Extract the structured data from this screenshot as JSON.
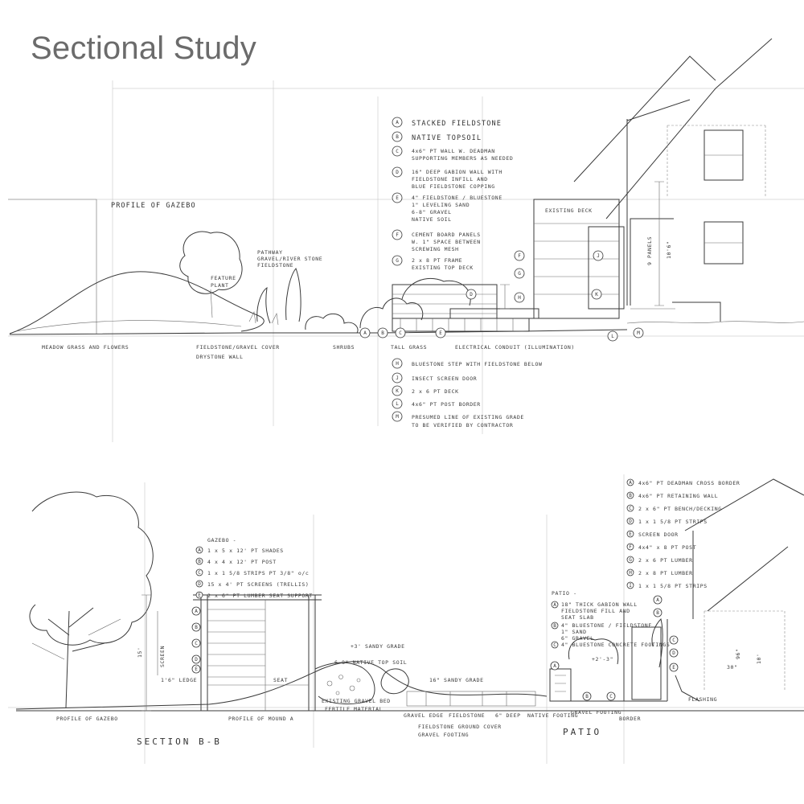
{
  "title": "Sectional Study",
  "section_a": {
    "profile_label": "PROFILE OF GAZEBO",
    "legend": [
      {
        "key": "A",
        "text": [
          "STACKED FIELDSTONE"
        ]
      },
      {
        "key": "B",
        "text": [
          "NATIVE TOPSOIL"
        ]
      },
      {
        "key": "C",
        "text": [
          "4x6\" PT WALL W. DEADMAN",
          "SUPPORTING MEMBERS AS NEEDED"
        ]
      },
      {
        "key": "D",
        "text": [
          "16\" DEEP GABION WALL WITH",
          "FIELDSTONE INFILL AND",
          "BLUE FIELDSTONE COPPING"
        ]
      },
      {
        "key": "E",
        "text": [
          "4\" FIELDSTONE / BLUESTONE",
          "1\" LEVELING SAND",
          "6-8\" GRAVEL",
          "NATIVE SOIL"
        ]
      },
      {
        "key": "F",
        "text": [
          "CEMENT BOARD PANELS",
          "W. 1\" SPACE BETWEEN",
          "SCREWING MESH"
        ]
      },
      {
        "key": "G",
        "text": [
          "2 x 8 PT FRAME",
          "EXISTING TOP DECK"
        ]
      }
    ],
    "legend_lower": [
      {
        "key": "H",
        "text": [
          "BLUESTONE STEP WITH FIELDSTONE BELOW"
        ]
      },
      {
        "key": "J",
        "text": [
          "INSECT SCREEN DOOR"
        ]
      },
      {
        "key": "K",
        "text": [
          "2 x 6 PT DECK"
        ]
      },
      {
        "key": "L",
        "text": [
          "4x6\" PT POST BORDER"
        ]
      },
      {
        "key": "M",
        "text": [
          "PRESUMED LINE OF EXISTING GRADE",
          "TO BE VERIFIED BY CONTRACTOR"
        ]
      }
    ],
    "existing_deck": "EXISTING DECK",
    "panels_label": "9 PANELS",
    "height_label": "10'6\"",
    "pathway_label": [
      "PATHWAY",
      "GRAVEL/RIVER STONE",
      "FIELDSTONE"
    ],
    "feature_plant": [
      "FEATURE",
      "PLANT"
    ],
    "ground_labels": {
      "meadow": "MEADOW GRASS AND FLOWERS",
      "fieldstone_gravel": "FIELDSTONE/GRAVEL COVER",
      "drystone": "DRYSTONE WALL",
      "shrubs": "SHRUBS",
      "tall_grass": "TALL GRASS",
      "conduit": "ELECTRICAL CONDUIT (ILLUMINATION)"
    }
  },
  "section_b": {
    "section_label": "SECTION B-B",
    "gazebo_title": "GAZEBO -",
    "gazebo_legend": [
      {
        "key": "A",
        "text": "1 x 5 x 12' PT SHADES"
      },
      {
        "key": "B",
        "text": "4 x 4 x 12' PT POST"
      },
      {
        "key": "C",
        "text": "1 x 1 5/8 STRIPS PT 3/8\" o/c"
      },
      {
        "key": "D",
        "text": "15 x 4' PT SCREENS (TRELLIS)"
      },
      {
        "key": "E",
        "text": "2 x 6\" PT LUMBER SEAT SUPPORT"
      }
    ],
    "deck_legend": [
      {
        "key": "A",
        "text": "4x6\" PT DEADMAN CROSS BORDER"
      },
      {
        "key": "B",
        "text": "4x6\" PT RETAINING WALL"
      },
      {
        "key": "C",
        "text": "2 x 6\" PT BENCH/DECKING"
      },
      {
        "key": "D",
        "text": "1 x 1 5/8 PT STRIPS"
      },
      {
        "key": "E",
        "text": "SCREEN DOOR"
      },
      {
        "key": "F",
        "text": "4x4\" x 8 PT POST"
      },
      {
        "key": "G",
        "text": "2 x 6 PT LUMBER"
      },
      {
        "key": "H",
        "text": "2 x 8 PT LUMBER"
      },
      {
        "key": "I",
        "text": "1 x 1 5/8 PT STRIPS"
      }
    ],
    "patio_title": "PATIO -",
    "patio_legend": [
      {
        "key": "A",
        "text": [
          "18\" THICK GABION WALL",
          "FIELDSTONE FILL AND",
          "SEAT SLAB"
        ]
      },
      {
        "key": "B",
        "text": [
          "4\" BLUESTONE / FIELDSTONE",
          "1\" SAND",
          "6\" GRAVEL"
        ]
      },
      {
        "key": "C",
        "text": [
          "4\" BLUESTONE CONCRETE FOOTINGS"
        ]
      }
    ],
    "labels": {
      "screen": "SCREEN",
      "seat": "SEAT",
      "height_15": "15'",
      "height_1_6": "1'6\" LEDGE",
      "grade_3": "+3' SANDY GRADE",
      "topsoil": "6-8\" NATIVE TOP SOIL",
      "grade_16": "16\" SANDY GRADE",
      "existing_grade": "EXISTING GRAVEL BED",
      "fertile": "FERTILE MATERIAL",
      "profile_gazebo": "PROFILE OF GAZEBO",
      "profile_mound": "PROFILE OF MOUND A",
      "gravel_edge": "GRAVEL EDGE",
      "fieldstone": "FIELDSTONE",
      "six_deep": "6\" DEEP",
      "fieldstone_ground": "FIELDSTONE GROUND COVER",
      "native_footing": "NATIVE FOOTING",
      "gravel_footing": "GRAVEL FOOTING",
      "patio": "PATIO",
      "border": "BORDER",
      "flashing": "FLASHING",
      "dim_96": "96\"",
      "dim_30": "30\"",
      "dim_10": "10'"
    }
  }
}
